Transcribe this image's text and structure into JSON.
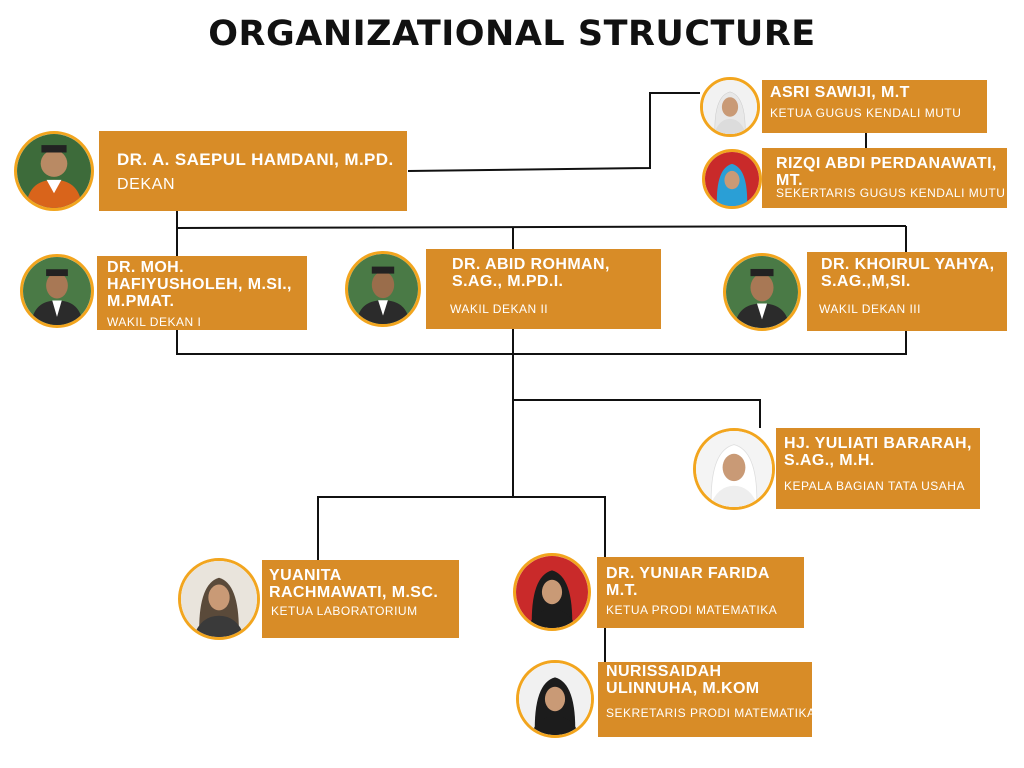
{
  "title": "ORGANIZATIONAL STRUCTURE",
  "colors": {
    "box": "#D88C27",
    "ring": "#F2A51E",
    "line": "#111111",
    "text": "#ffffff"
  },
  "people": {
    "dekan": {
      "name": "DR. A. SAEPUL HAMDANI, M.PD.",
      "role": "DEKAN",
      "icon": "person-avatar-icon"
    },
    "asri": {
      "name": "ASRI SAWIJI, M.T",
      "role": "KETUA  GUGUS KENDALI MUTU",
      "icon": "person-avatar-icon"
    },
    "rizqi": {
      "name": "RIZQI ABDI PERDANAWATI, MT.",
      "role": "SEKERTARIS  GUGUS KENDALI MUTU",
      "icon": "person-avatar-icon"
    },
    "wd1": {
      "name": "DR. MOH. HAFIYUSHOLEH, M.SI., M.PMAT.",
      "role": "WAKIL DEKAN I",
      "icon": "person-avatar-icon"
    },
    "wd2": {
      "name": "DR. ABID ROHMAN, S.AG., M.PD.I.",
      "role": "WAKIL DEKAN II",
      "icon": "person-avatar-icon"
    },
    "wd3": {
      "name": "DR. KHOIRUL YAHYA, S.AG.,M,SI.",
      "role": "WAKIL DEKAN III",
      "icon": "person-avatar-icon"
    },
    "yuliati": {
      "name": "HJ. YULIATI BARARAH, S.AG., M.H.",
      "role": "KEPALA BAGIAN TATA USAHA",
      "icon": "person-avatar-icon"
    },
    "yuanita": {
      "name": "YUANITA RACHMAWATI, M.SC.",
      "role": "KETUA LABORATORIUM",
      "icon": "person-avatar-icon"
    },
    "yuniar": {
      "name": "DR. YUNIAR FARIDA M.T.",
      "role": "KETUA PRODI MATEMATIKA",
      "icon": "person-avatar-icon"
    },
    "nuris": {
      "name": "NURISSAIDAH ULINNUHA, M.KOM",
      "role": "SEKRETARIS PRODI MATEMATIKA",
      "icon": "person-avatar-icon"
    }
  }
}
